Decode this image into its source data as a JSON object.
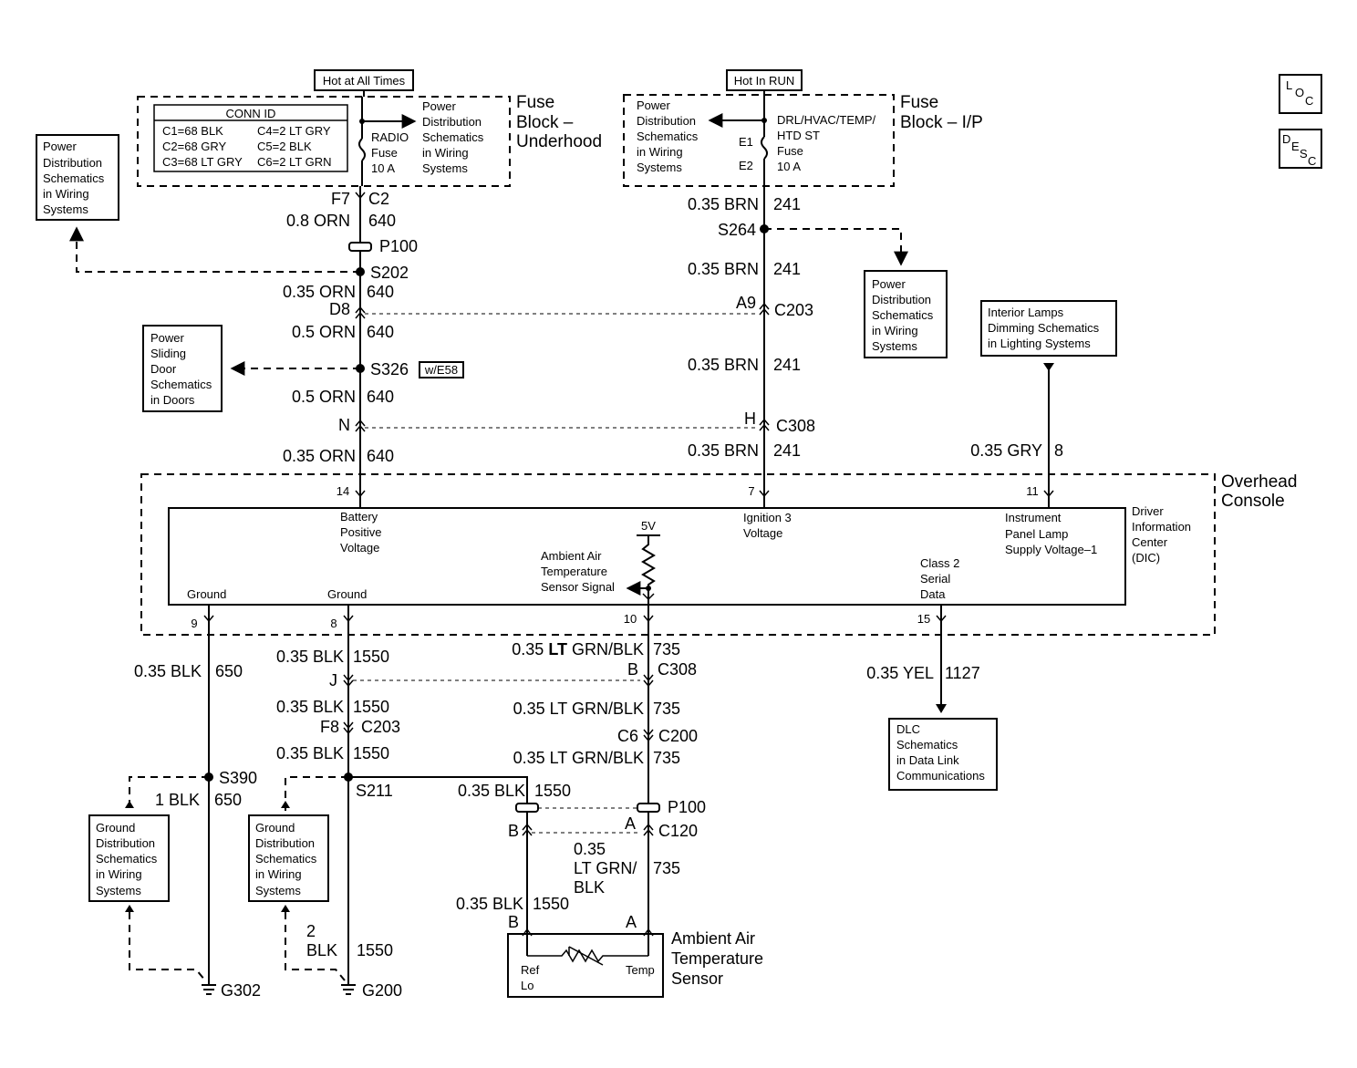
{
  "fuse_underhood": {
    "hot_label": "Hot at All Times",
    "block_title": [
      "Fuse",
      "Block –",
      "Underhood"
    ],
    "conn_id_title": "CONN ID",
    "conn_rows": [
      [
        "C1=68 BLK",
        "C4=2 LT GRY"
      ],
      [
        "C2=68 GRY",
        "C5=2 BLK"
      ],
      [
        "C3=68 LT GRY",
        "C6=2 LT GRN"
      ]
    ],
    "fuse_label": [
      "RADIO",
      "Fuse",
      "10 A"
    ],
    "power_ref": [
      "Power",
      "Distribution",
      "Schematics",
      "in Wiring",
      "Systems"
    ]
  },
  "fuse_ip": {
    "hot_label": "Hot In RUN",
    "block_title": [
      "Fuse",
      "Block – I/P"
    ],
    "power_ref": [
      "Power",
      "Distribution",
      "Schematics",
      "in Wiring",
      "Systems"
    ],
    "fuse_label": [
      "DRL/HVAC/TEMP/",
      "HTD ST",
      "Fuse",
      "10 A"
    ],
    "e1": "E1",
    "e2": "E2"
  },
  "left_power_ref": [
    "Power",
    "Distribution",
    "Schematics",
    "in Wiring",
    "Systems"
  ],
  "sliding_door_ref": [
    "Power",
    "Sliding",
    "Door",
    "Schematics",
    "in Doors"
  ],
  "s264_power_ref": [
    "Power",
    "Distribution",
    "Schematics",
    "in Wiring",
    "Systems"
  ],
  "interior_lamps_ref": [
    "Interior Lamps",
    "Dimming Schematics",
    "in Lighting Systems"
  ],
  "dlc_ref": [
    "DLC",
    "Schematics",
    "in Data Link",
    "Communications"
  ],
  "ground_ref_1": [
    "Ground",
    "Distribution",
    "Schematics",
    "in Wiring",
    "Systems"
  ],
  "ground_ref_2": [
    "Ground",
    "Distribution",
    "Schematics",
    "in Wiring",
    "Systems"
  ],
  "loc_icon": [
    "L",
    "O",
    "C"
  ],
  "desc_icon": [
    "D",
    "E",
    "S",
    "C"
  ],
  "circuit_640": {
    "f7": "F7",
    "c2": "C2",
    "w1": "0.8 ORN",
    "n1": "640",
    "p100": "P100",
    "s202": "S202",
    "w2": "0.35 ORN",
    "n2": "640",
    "d8": "D8",
    "w3": "0.5 ORN",
    "n3": "640",
    "s326": "S326",
    "option": "w/E58",
    "w4": "0.5 ORN",
    "n4": "640",
    "n_conn": "N",
    "w5": "0.35 ORN",
    "n5": "640"
  },
  "circuit_241": {
    "w1": "0.35 BRN",
    "n1": "241",
    "s264": "S264",
    "w2": "0.35 BRN",
    "n2": "241",
    "a9": "A9",
    "c203": "C203",
    "w3": "0.35 BRN",
    "n3": "241",
    "h": "H",
    "c308": "C308",
    "w4": "0.35 BRN",
    "n4": "241"
  },
  "circuit_8": {
    "w": "0.35 GRY",
    "n": "8"
  },
  "console": {
    "title": [
      "Overhead",
      "Console"
    ],
    "dic": [
      "Driver",
      "Information",
      "Center",
      "(DIC)"
    ],
    "pin14": "14",
    "pin7": "7",
    "pin11": "11",
    "pin9": "9",
    "pin8": "8",
    "pin10": "10",
    "pin15": "15",
    "batt": [
      "Battery",
      "Positive",
      "Voltage"
    ],
    "ign": [
      "Ignition 3",
      "Voltage"
    ],
    "ipl": [
      "Instrument",
      "Panel Lamp",
      "Supply Voltage–1"
    ],
    "v5": "5V",
    "amb": [
      "Ambient Air",
      "Temperature",
      "Sensor Signal"
    ],
    "class2": [
      "Class 2",
      "Serial",
      "Data"
    ],
    "ground1": "Ground",
    "ground2": "Ground"
  },
  "circuit_650": {
    "w1": "0.35 BLK",
    "n1": "650",
    "s390": "S390",
    "w2": "1 BLK",
    "n2": "650",
    "g302": "G302"
  },
  "circuit_1550": {
    "w1": "0.35 BLK",
    "n1": "1550",
    "j": "J",
    "w2": "0.35 BLK",
    "n2": "1550",
    "f8": "F8",
    "c203": "C203",
    "w3": "0.35 BLK",
    "n3": "1550",
    "s211": "S211",
    "w4": "0.35 BLK",
    "n4": "1550",
    "b1": "B",
    "w5": "0.35 BLK",
    "n5": "1550",
    "b2": "B",
    "wg1": "2",
    "wg2": "BLK",
    "ng": "1550",
    "g200": "G200"
  },
  "circuit_735": {
    "w1a": "0.35 ",
    "w1b": "LT",
    "w1c": " GRN/BLK",
    "n1": "735",
    "b": "B",
    "c308": "C308",
    "w2": "0.35 LT GRN/BLK",
    "n2": "735",
    "c6": "C6",
    "c200": "C200",
    "w3": "0.35 LT GRN/BLK",
    "n3": "735",
    "p100": "P100",
    "a1": "A",
    "c120": "C120",
    "w4": [
      "0.35",
      "LT GRN/",
      "BLK"
    ],
    "n4": "735",
    "a2": "A"
  },
  "circuit_1127": {
    "w": "0.35 YEL",
    "n": "1127"
  },
  "sensor": {
    "title": [
      "Ambient Air",
      "Temperature",
      "Sensor"
    ],
    "ref": [
      "Ref",
      "Lo"
    ],
    "temp": "Temp"
  }
}
